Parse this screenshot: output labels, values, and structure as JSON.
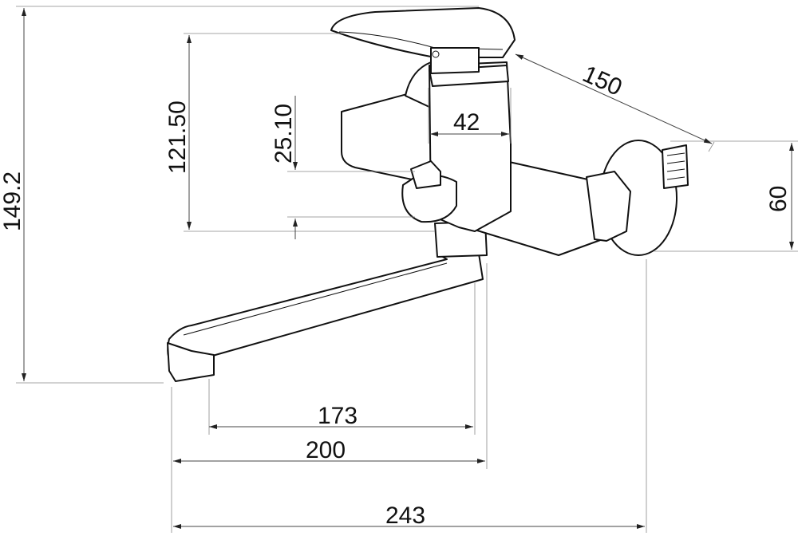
{
  "drawing": {
    "dimensions": {
      "total_height": "149.2",
      "handle_to_outlet_height": "121.50",
      "diverter_height": "25.10",
      "body_width": "42",
      "projection_diagonal": "150",
      "connection_height": "60",
      "spout_inner_length": "173",
      "spout_length": "200",
      "total_length": "243"
    },
    "colors": {
      "line": "#111111",
      "dimension": "#444444",
      "background": "#ffffff"
    }
  }
}
